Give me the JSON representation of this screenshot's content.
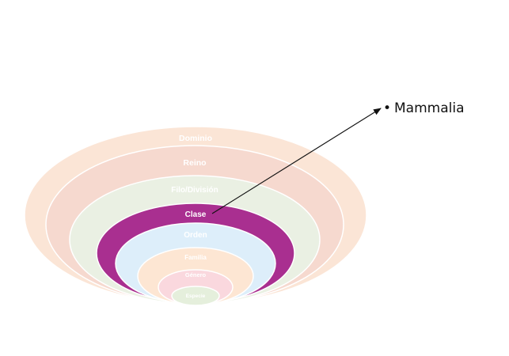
{
  "diagram": {
    "levels": [
      {
        "label": "Dominio",
        "fill": "#fbe5d6",
        "text_color": "#ffffff",
        "highlighted": false
      },
      {
        "label": "Reino",
        "fill": "#f6d9cf",
        "text_color": "#ffffff",
        "highlighted": false
      },
      {
        "label": "Filo/División",
        "fill": "#eaf0e3",
        "text_color": "#ffffff",
        "highlighted": false
      },
      {
        "label": "Clase",
        "fill": "#a92f90",
        "text_color": "#ffffff",
        "highlighted": true
      },
      {
        "label": "Orden",
        "fill": "#ddeefa",
        "text_color": "#ffffff",
        "highlighted": false
      },
      {
        "label": "Familia",
        "fill": "#fde6d3",
        "text_color": "#ffffff",
        "highlighted": false
      },
      {
        "label": "Género",
        "fill": "#fad8de",
        "text_color": "#ffffff",
        "highlighted": false
      },
      {
        "label": "Especie",
        "fill": "#e5efdc",
        "text_color": "#ffffff",
        "highlighted": false
      }
    ],
    "callout": {
      "bullet": "•",
      "text": "Mammalia",
      "arrow_color": "#111111"
    }
  }
}
